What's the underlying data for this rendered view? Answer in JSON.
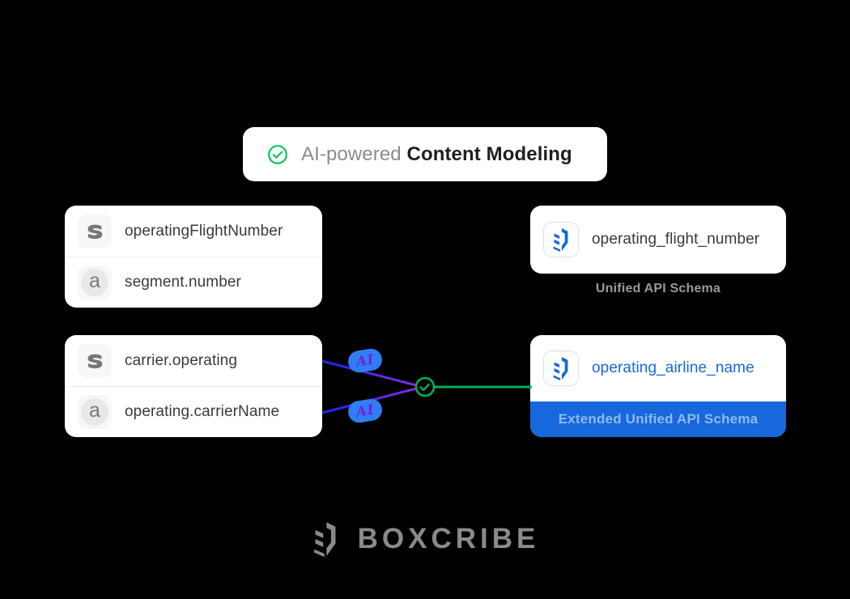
{
  "background_color": "#000000",
  "header": {
    "icon": "check-circle-icon",
    "prefix": "AI-powered",
    "emphasis": "Content Modeling"
  },
  "left_panel": {
    "cards": [
      {
        "rows": [
          {
            "icon": "sabre-s-icon",
            "label": "operatingFlightNumber"
          },
          {
            "icon": "amadeus-a-icon",
            "label": "segment.number"
          }
        ]
      },
      {
        "rows": [
          {
            "icon": "sabre-s-icon",
            "label": "carrier.operating"
          },
          {
            "icon": "amadeus-a-icon",
            "label": "operating.carrierName"
          }
        ]
      }
    ]
  },
  "right_panel": {
    "unified": {
      "icon": "boxcribe-mark-icon",
      "field": "operating_flight_number",
      "caption": "Unified API Schema"
    },
    "extended": {
      "icon": "boxcribe-mark-icon",
      "field": "operating_airline_name",
      "footer": "Extended Unified API Schema"
    }
  },
  "connectors": {
    "ai_badges": [
      {
        "label": "AI"
      },
      {
        "label": "AI"
      }
    ],
    "merge_icon": "check-circle-icon",
    "input_line_start_color": "#1a24f0",
    "input_line_end_color": "#8b2ae0",
    "output_line_color": "#00b050"
  },
  "brand": {
    "mark": "boxcribe-mark-icon",
    "name": "BOXCRIBE"
  },
  "colors": {
    "card_background": "#ffffff",
    "accent_blue": "#1668dc",
    "accent_green": "#00b050",
    "muted_text": "#9a9a9a"
  }
}
